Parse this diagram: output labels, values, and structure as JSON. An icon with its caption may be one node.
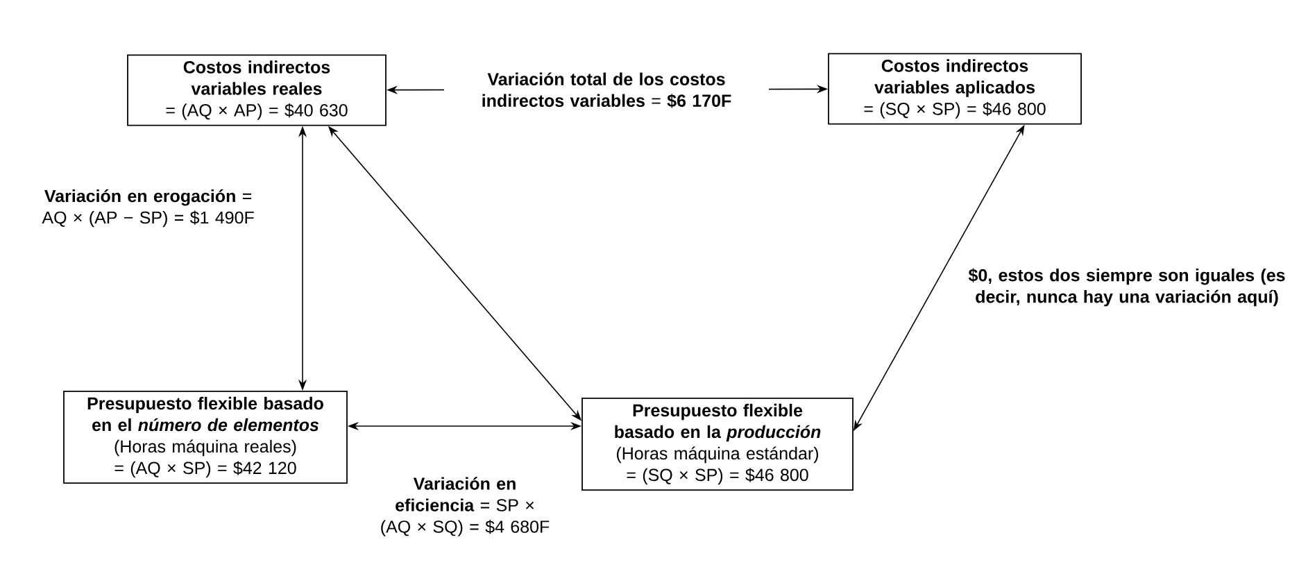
{
  "diagram": {
    "nodes": [
      {
        "text": [
          "Costos indirectos variables reales",
          "= (AQ × AP) = $40 630"
        ]
      },
      {
        "text": [
          "Costos indirectos variables aplicados",
          "= (SQ × SP) = $46 800"
        ]
      },
      {
        "text": [
          "Presupuesto flexible basado en el *número de elementos*",
          "(Horas máquina reales) = (AQ × SP) = $42 120"
        ]
      },
      {
        "text": [
          "Presupuesto flexible basado en la *producción*",
          "(Horas máquina estándar) = (SQ × SP) = $46 800"
        ]
      }
    ],
    "edges": [
      {
        "from": 0,
        "to": 1,
        "arrow": "both",
        "label": "**Variación total de los costos indirectos variables** = **$6 170F**"
      },
      {
        "from": 0,
        "to": 2,
        "arrow": "both",
        "label": "**Variación en erogación** = AQ × (AP − SP) = $1 490F"
      },
      {
        "from": 0,
        "to": 3,
        "arrow": "both"
      },
      {
        "from": 1,
        "to": 3,
        "arrow": "both",
        "label": "$0, estos dos siempre son iguales (es decir, nunca hay una variación aquí)"
      },
      {
        "from": 2,
        "to": 3,
        "arrow": "both",
        "label": "**Variación en eficiencia** = SP × (AQ × SQ) = $4 680F"
      }
    ]
  }
}
